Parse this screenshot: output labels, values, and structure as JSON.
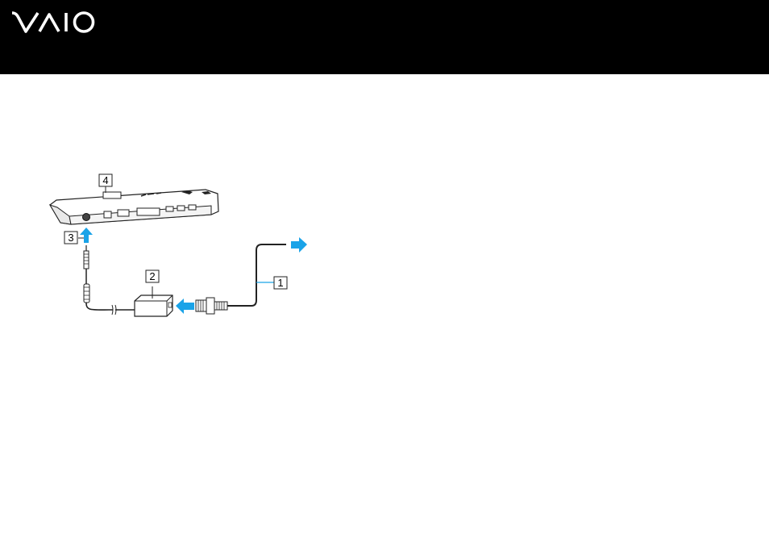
{
  "brand": {
    "logo_text": "VAIO",
    "header_color": "#000000"
  },
  "diagram": {
    "accent_color": "#1aa3e8",
    "callouts": [
      {
        "id": "1",
        "label": "1"
      },
      {
        "id": "2",
        "label": "2"
      },
      {
        "id": "3",
        "label": "3"
      },
      {
        "id": "4",
        "label": "4"
      }
    ],
    "parts": {
      "dock": "docking-station",
      "adapter": "ac-adapter",
      "cord": "power-cord",
      "dc_plug": "dc-in-plug"
    }
  }
}
